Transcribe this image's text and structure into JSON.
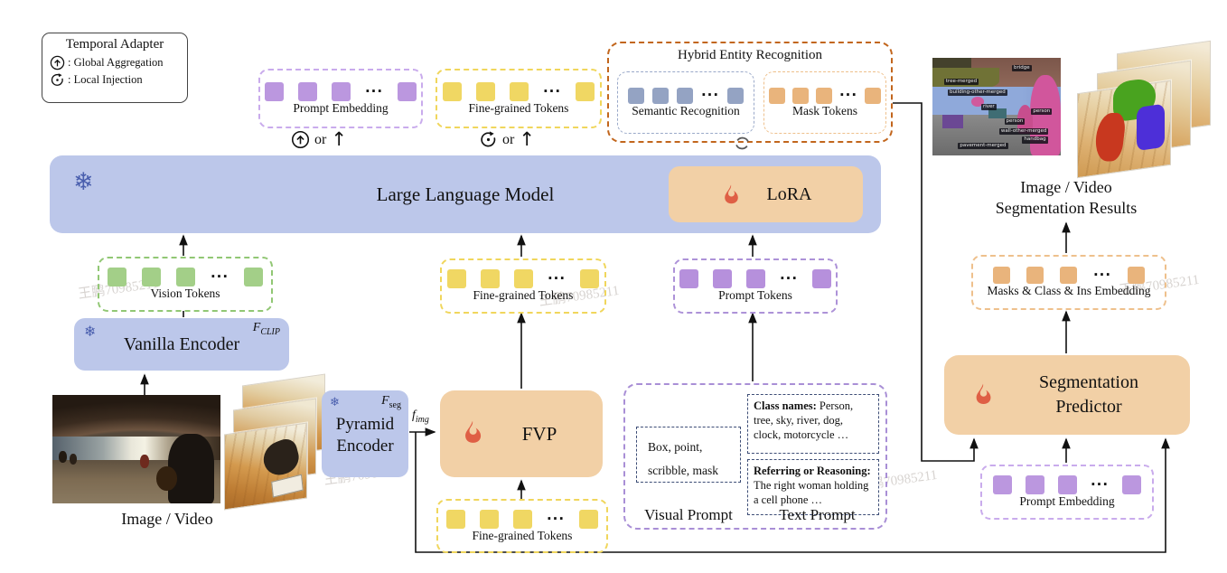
{
  "watermark": "王鹏70985211",
  "tokens_dots": "···",
  "legend": {
    "title": "Temporal Adapter",
    "global_label": ": Global Aggregation",
    "local_label": ": Local Injection"
  },
  "adapter_row": {
    "or_label": "or",
    "up_arrow": "↑"
  },
  "hybrid": {
    "title": "Hybrid Entity Recognition"
  },
  "token_groups": {
    "prompt_embedding_top": {
      "label": "Prompt Embedding",
      "fill": "#bb97df",
      "stroke": "#c9abec"
    },
    "fine_grained_top": {
      "label": "Fine-grained Tokens",
      "fill": "#f0d763",
      "stroke": "#f0d65c"
    },
    "semantic_recognition": {
      "label": "Semantic Recognition",
      "fill": "#94a3c3",
      "stroke": "#9aa9c9"
    },
    "mask_tokens": {
      "label": "Mask Tokens",
      "fill": "#e9b47c",
      "stroke": "#eec08c"
    },
    "vision_tokens": {
      "label": "Vision Tokens",
      "fill": "#a3cf88",
      "stroke": "#91c774"
    },
    "fine_grained_mid": {
      "label": "Fine-grained Tokens",
      "fill": "#f0d763",
      "stroke": "#f0d65c"
    },
    "prompt_tokens": {
      "label": "Prompt Tokens",
      "fill": "#b690dc",
      "stroke": "#ad92d8"
    },
    "masks_class_ins": {
      "label": "Masks & Class & Ins Embedding",
      "fill": "#e9b47c",
      "stroke": "#eec08c"
    },
    "fine_grained_bottom": {
      "label": "Fine-grained Tokens",
      "fill": "#f0d763",
      "stroke": "#f0d65c"
    },
    "prompt_embedding_bottom": {
      "label": "Prompt Embedding",
      "fill": "#bb97df",
      "stroke": "#c9abec"
    }
  },
  "llm": {
    "title": "Large Language Model",
    "lora_label": "LoRA"
  },
  "boxes": {
    "vanilla_encoder": {
      "title": "Vanilla Encoder",
      "f_base": "F",
      "f_sub": "CLIP"
    },
    "pyramid_encoder": {
      "line1": "Pyramid",
      "line2": "Encoder",
      "f_base": "F",
      "f_sub": "seg"
    },
    "fvp": {
      "title": "FVP"
    },
    "f_img": {
      "base": "f",
      "sub": "img"
    },
    "seg_predictor": {
      "line1": "Segmentation",
      "line2": "Predictor"
    }
  },
  "prompts": {
    "visual_box_line1": "Box, point,",
    "visual_box_line2": "scribble, mask",
    "class_title": "Class names:",
    "class_body": "Person, tree, sky, river, dog, clock, motorcycle …",
    "refer_title": "Referring or Reasoning:",
    "refer_body": "The right woman holding a cell phone …",
    "visual_label": "Visual Prompt",
    "text_label": "Text Prompt"
  },
  "io": {
    "input_label": "Image / Video",
    "result_line1": "Image / Video",
    "result_line2": "Segmentation Results"
  },
  "seg_labels": [
    "bridge",
    "tree-merged",
    "building-other-merged",
    "river",
    "person",
    "wall-other-merged",
    "handbag",
    "pavement-merged"
  ],
  "colors": {
    "llm_fill": "#bcc7ea",
    "trainable_fill": "#f2d0a6",
    "frozen_icon": "#4a5fae",
    "fire": "#df5f45",
    "her_border": "#c2661d",
    "navy_border": "#3d4d76",
    "purple_border": "#a98fd6"
  }
}
